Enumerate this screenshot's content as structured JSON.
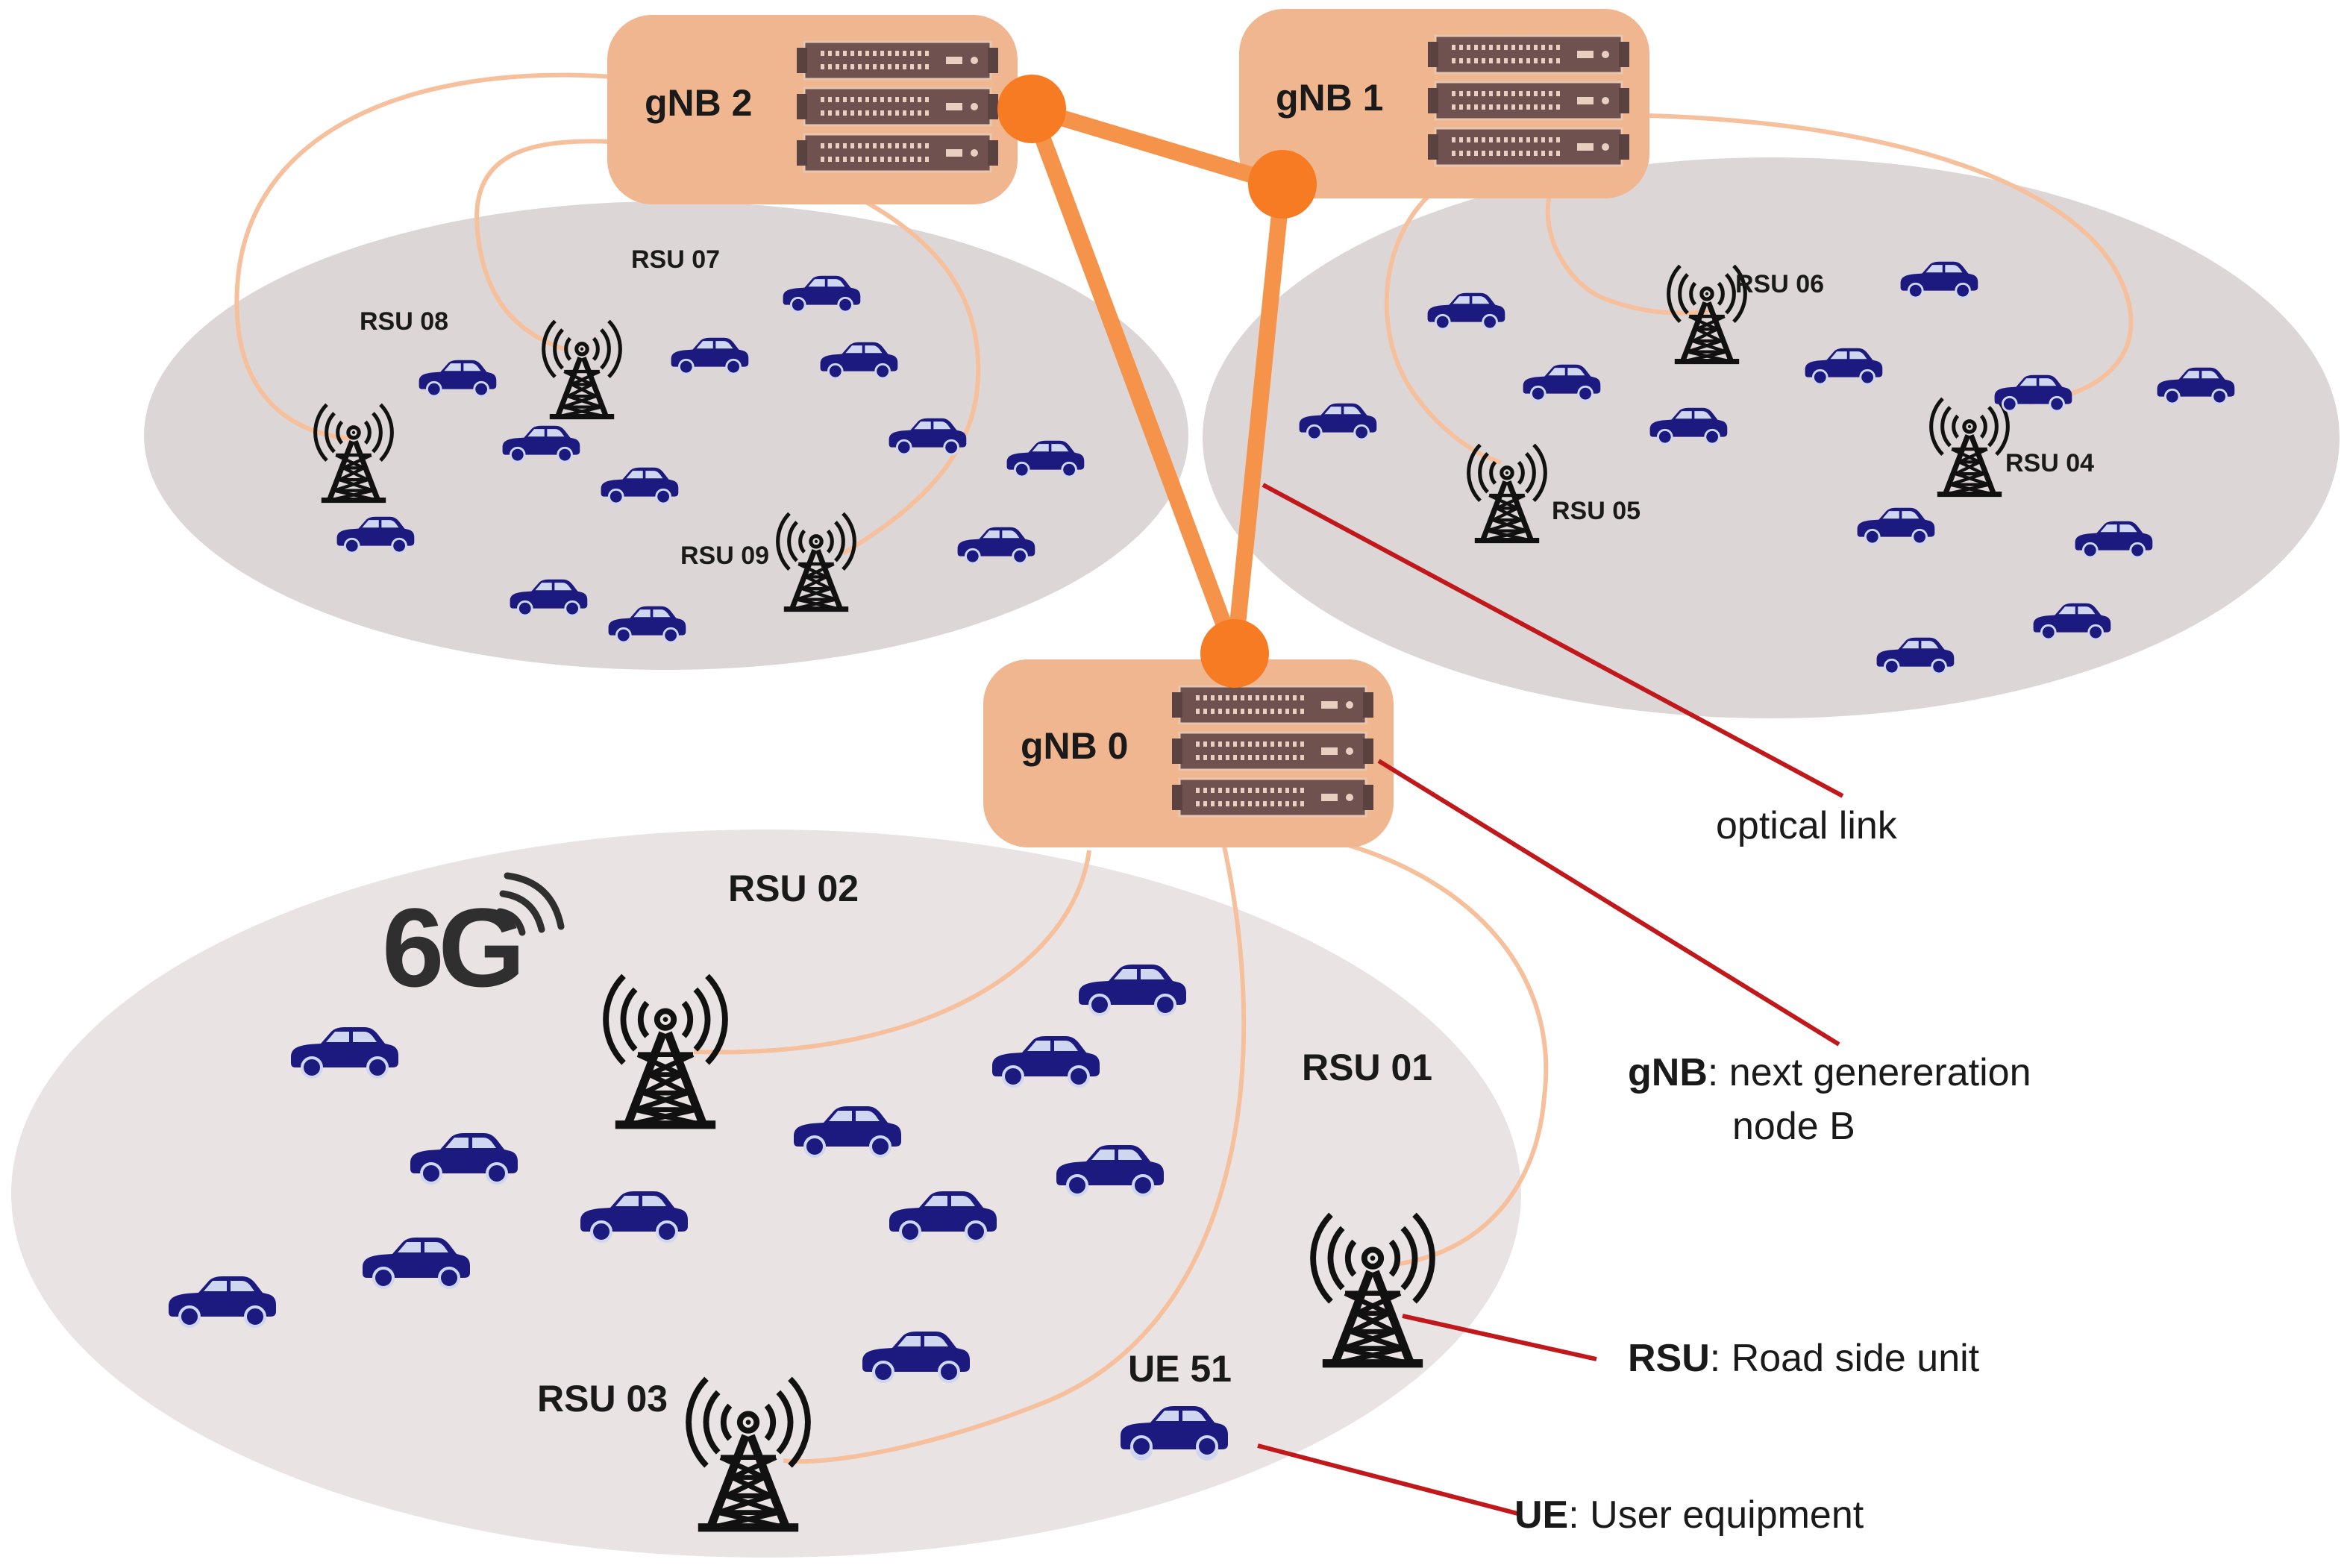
{
  "colors": {
    "zone": "#ddd6d6",
    "zone_light": "#e9e3e3",
    "gnb_box": "#efb68f",
    "optical": "#f5934b",
    "junction": "#f77b22",
    "wire": "#f6c09c",
    "server": "#6f5250",
    "tower": "#111111",
    "car": "#1c1a7f",
    "callout": "#c0181b"
  },
  "gnbs": [
    {
      "id": "gnb0",
      "label": "gNB 0"
    },
    {
      "id": "gnb1",
      "label": "gNB 1"
    },
    {
      "id": "gnb2",
      "label": "gNB 2"
    }
  ],
  "rsus": [
    {
      "id": "rsu01",
      "label": "RSU 01"
    },
    {
      "id": "rsu02",
      "label": "RSU 02"
    },
    {
      "id": "rsu03",
      "label": "RSU 03"
    },
    {
      "id": "rsu04",
      "label": "RSU 04"
    },
    {
      "id": "rsu05",
      "label": "RSU 05"
    },
    {
      "id": "rsu06",
      "label": "RSU 06"
    },
    {
      "id": "rsu07",
      "label": "RSU 07"
    },
    {
      "id": "rsu08",
      "label": "RSU 08"
    },
    {
      "id": "rsu09",
      "label": "RSU 09"
    }
  ],
  "ue": {
    "label": "UE 51"
  },
  "logo": {
    "text": "6G"
  },
  "legend": {
    "optical": "optical link",
    "gnb_term": "gNB",
    "gnb_desc_1": ": next genereration",
    "gnb_desc_2": "node B",
    "rsu_term": "RSU",
    "rsu_desc": ": Road side unit",
    "ue_term": "UE",
    "ue_desc": ": User equipment"
  },
  "icons": [
    "server-rack-icon",
    "radio-tower-icon",
    "car-icon",
    "optical-junction-icon",
    "signal-waves-icon"
  ]
}
